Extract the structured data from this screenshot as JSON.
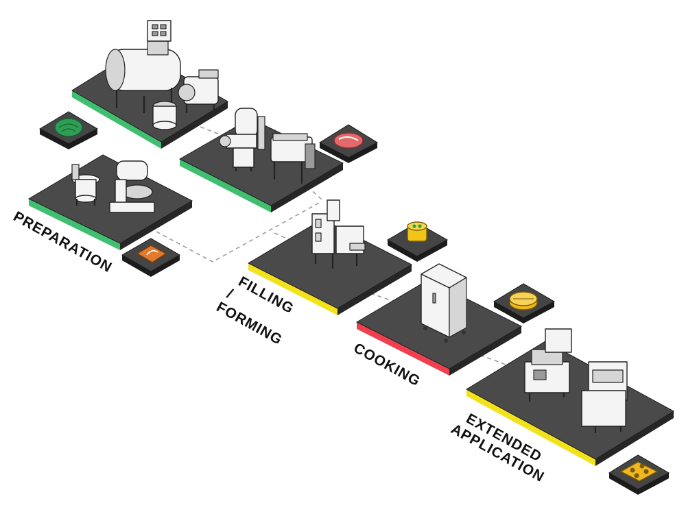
{
  "stages": [
    {
      "id": "preparation",
      "label_lines": [
        "PREPARATION"
      ],
      "accent": "#3fbf6f"
    },
    {
      "id": "filling",
      "label_lines": [
        "FILLING",
        "/",
        "FORMING"
      ],
      "accent": "#f2e21c"
    },
    {
      "id": "cooking",
      "label_lines": [
        "COOKING"
      ],
      "accent": "#f04050"
    },
    {
      "id": "extended",
      "label_lines": [
        "EXTENDED",
        "APPLICATION"
      ],
      "accent": "#f2e21c"
    }
  ],
  "colors": {
    "platform_top": "#4a4a4a",
    "platform_side": "#262626",
    "green_accent": "#3fbf6f",
    "yellow_accent": "#f2e21c",
    "red_accent": "#f04050",
    "flow_arrow": "#9c9c9c"
  },
  "ingredient_icons": [
    {
      "name": "cabbage-icon",
      "color": "#2e9e55"
    },
    {
      "name": "meat-icon",
      "color": "#e36a6a"
    },
    {
      "name": "flour-bag-icon",
      "color": "#e07a2c"
    },
    {
      "name": "bun-icon",
      "color": "#f0c419"
    },
    {
      "name": "steamer-basket-icon",
      "color": "#f0b81e"
    },
    {
      "name": "dumpling-tray-icon",
      "color": "#f0b81e"
    }
  ]
}
